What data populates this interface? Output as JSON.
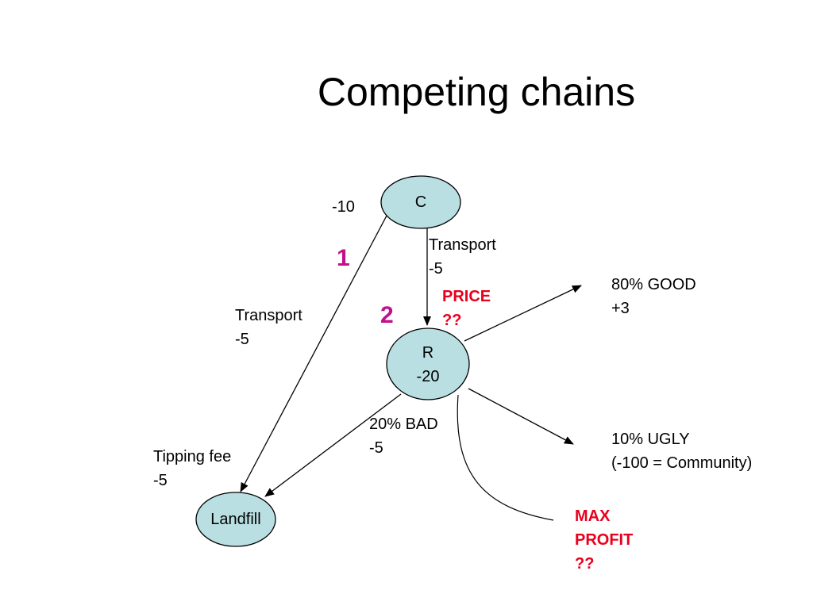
{
  "title": "Competing chains",
  "colors": {
    "node_fill": "#b9dfe2",
    "node_stroke": "#000000",
    "number_color": "#c0108a",
    "highlight_red": "#e8001c"
  },
  "nodes": {
    "c": {
      "label": "C"
    },
    "r": {
      "line1": "R",
      "line2": "-20"
    },
    "landfill": {
      "label": "Landfill"
    }
  },
  "labels": {
    "c_cost": "-10",
    "chain1": "1",
    "chain2": "2",
    "transport_right": {
      "line1": "Transport",
      "line2": "-5"
    },
    "transport_left": {
      "line1": "Transport",
      "line2": "-5"
    },
    "price": {
      "line1": "PRICE",
      "line2": "??"
    },
    "good": {
      "line1": "80% GOOD",
      "line2": "+3"
    },
    "bad": {
      "line1": "20% BAD",
      "line2": "-5"
    },
    "ugly": {
      "line1": "10% UGLY",
      "line2": "(-100 = Community)"
    },
    "tipping": {
      "line1": "Tipping fee",
      "line2": "-5"
    },
    "max_profit": {
      "line1": "MAX",
      "line2": "PROFIT",
      "line3": "??"
    }
  }
}
